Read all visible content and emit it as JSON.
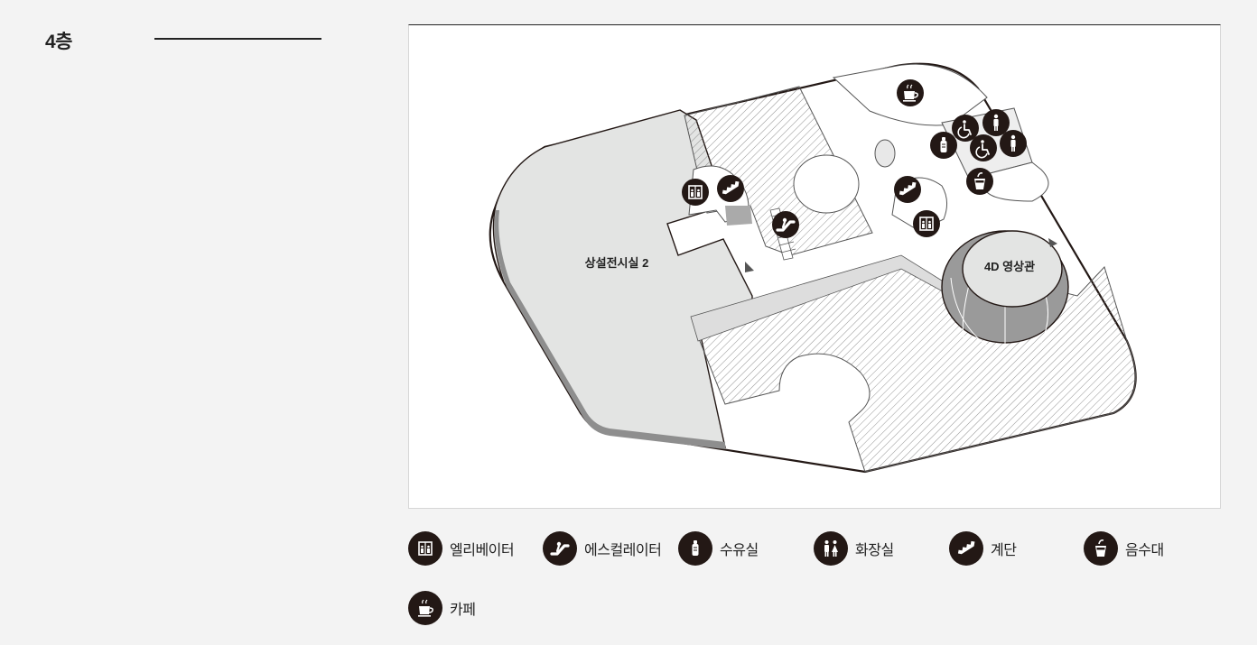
{
  "floor": {
    "title": "4층"
  },
  "map": {
    "labels": {
      "exhibition_hall": "상설전시실 2",
      "theater": "4D 영상관"
    }
  },
  "legend": [
    {
      "icon": "elevator-icon",
      "label": "엘리베이터"
    },
    {
      "icon": "escalator-icon",
      "label": "에스컬레이터"
    },
    {
      "icon": "nursing-room-icon",
      "label": "수유실"
    },
    {
      "icon": "restroom-icon",
      "label": "화장실"
    },
    {
      "icon": "stairs-icon",
      "label": "계단"
    },
    {
      "icon": "drinking-fountain-icon",
      "label": "음수대"
    },
    {
      "icon": "cafe-icon",
      "label": "카페"
    }
  ],
  "colors": {
    "icon_fill": "#231815",
    "outline": "#231815",
    "exhibition_fill": "#e3e4e3",
    "theater_fill": "#9a9a9a",
    "background": "#f3f3f3"
  }
}
